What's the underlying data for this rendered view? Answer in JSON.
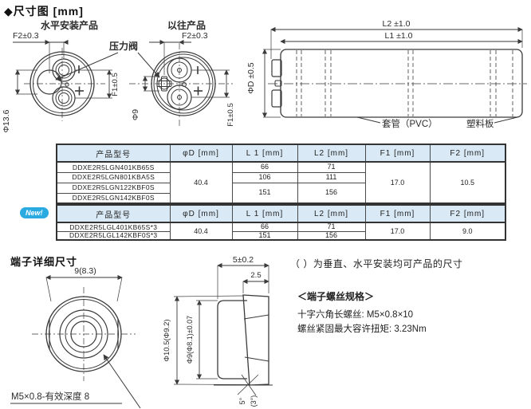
{
  "title": "◆尺寸图 [mm]",
  "drawing": {
    "horizontal_label": "水平安装产品",
    "previous_label": "以往产品",
    "pressure_valve": "压力阀",
    "c1_f2": "F2±0.3",
    "c1_phi": "Φ13.6",
    "c1_f1": "F1±0.5",
    "c2_f2": "F2±0.3",
    "c2_phi": "Φ9",
    "c2_f1": "F1±0.5",
    "phid": "ΦD ±0.5",
    "l2": "L2 ±1.0",
    "l1": "L1 ±1.0",
    "sleeve": "套管（PVC）",
    "plate": "塑料板"
  },
  "tables": {
    "headers": [
      "产品型号",
      "φD [mm]",
      "L 1 [mm]",
      "L2 [mm]",
      "F1 [mm]",
      "F2 [mm]"
    ],
    "table1": {
      "models": [
        "DDXE2R5LGN401KB65S",
        "DDXE2R5LGN801KBA5S",
        "DDXE2R5LGN122KBF0S",
        "DDXE2R5LGN142KBF0S"
      ],
      "d": "40.4",
      "l1": [
        "66",
        "106",
        "151"
      ],
      "l2": [
        "71",
        "111",
        "156"
      ],
      "f1": "17.0",
      "f2": "10.5"
    },
    "table2": {
      "badge": "New!",
      "models": [
        "DDXE2R5LGL401KB65S*3",
        "DDXE2R5LGL142KBF0S*3"
      ],
      "d": "40.4",
      "l1": [
        "66",
        "151"
      ],
      "l2": [
        "71",
        "156"
      ],
      "f1": "17.0",
      "f2": "9.0"
    }
  },
  "terminal": {
    "heading": "端子详细尺寸",
    "dim_width": "9(8.3)",
    "thread_label": "M5×0.8-有效深度 8",
    "dim_depth": "5±0.2",
    "dim_flange": "2.5",
    "dim_outer": "Φ10.5(Φ9.2)",
    "dim_boss": "Φ9(Φ8.1)±0.07",
    "angle": "5°",
    "angle_alt": "(3°)",
    "note": "（ ）为垂直、水平安装均可产品的尺寸",
    "spec_title": "＜端子螺丝规格＞",
    "spec_line1": "十字六角长螺丝: M5×0.8×10",
    "spec_line2": "螺丝紧固最大容许扭矩: 3.23Nm"
  },
  "colors": {
    "header_bg": "#d9eaf6",
    "badge": "#29abe2",
    "line": "#3a3a3a"
  }
}
